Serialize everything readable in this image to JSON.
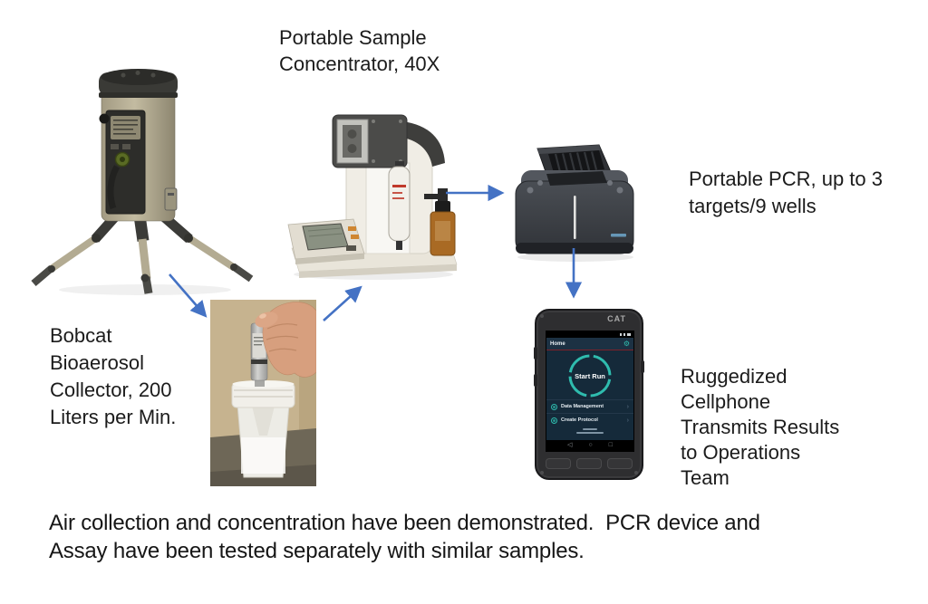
{
  "diagram": {
    "concentrator_label": "Portable Sample\nConcentrator, 40X",
    "collector_label": "Bobcat\nBioaerosol\nCollector, 200\nLiters per Min.",
    "pcr_label": "Portable PCR, up to 3\ntargets/9 wells",
    "cellphone_label": "Ruggedized\nCellphone\nTransmits Results\nto Operations\nTeam",
    "caption": "Air collection and concentration have been demonstrated.  PCR device and\nAssay have been tested separately with similar samples."
  },
  "phone": {
    "brand": "CAT",
    "app_title": "Home",
    "start_button": "Start Run",
    "menu_items": [
      {
        "label": "Data Management"
      },
      {
        "label": "Create Protocol"
      }
    ],
    "chevron": "›",
    "nav_back": "◁",
    "nav_home": "○",
    "nav_recents": "□"
  },
  "colors": {
    "arrow_blue": "#4472c4",
    "phone_screen_bg": "#152a3a",
    "phone_accent_teal": "#2fbcae",
    "collector_tan": "#b3ab92",
    "bottle_amber": "#a96a24"
  }
}
